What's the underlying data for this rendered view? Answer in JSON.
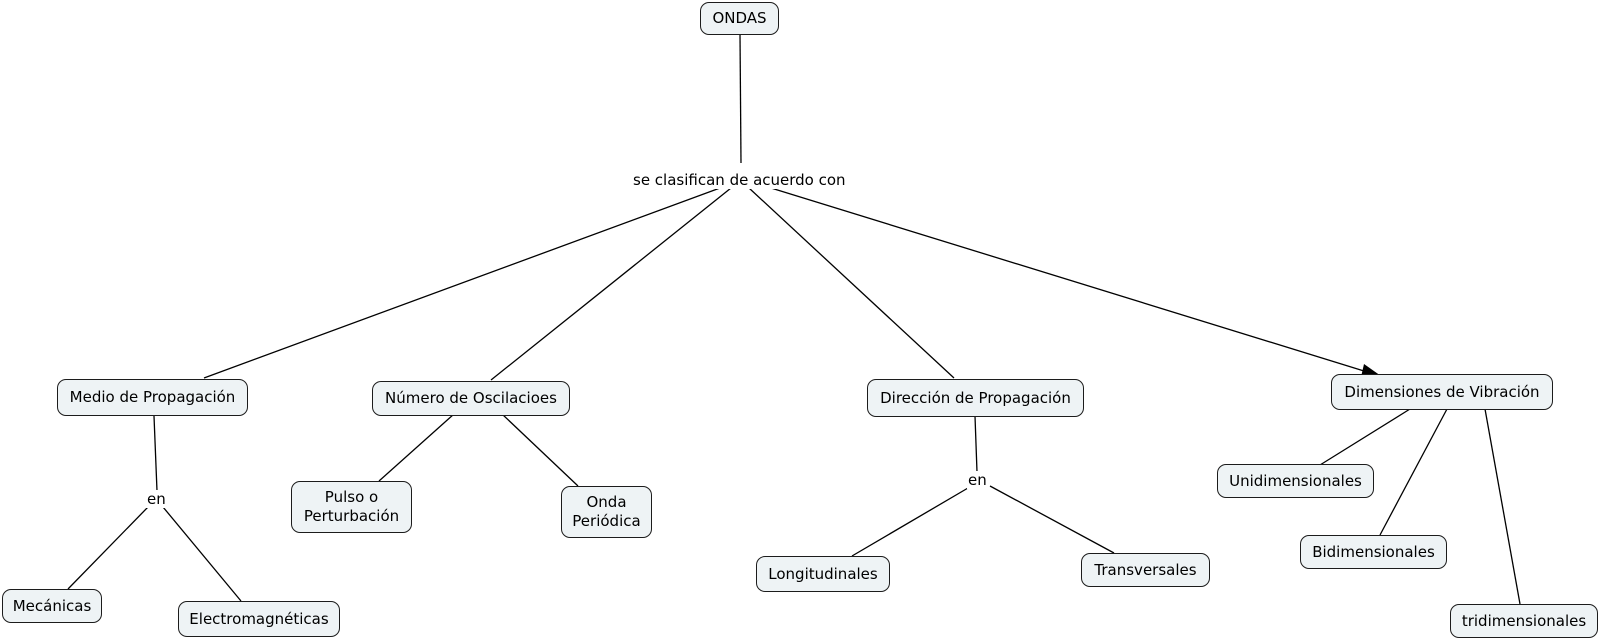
{
  "concepts": {
    "ondas": "ONDAS",
    "medio": "Medio de Propagación",
    "numero": "Número de Oscilacioes",
    "direccion": "Dirección de Propagación",
    "dimensiones": "Dimensiones de Vibración",
    "pulso": "Pulso o Perturbación",
    "onda_periodica": "Onda Periódica",
    "mecanicas": "Mecánicas",
    "electromagneticas": "Electromagnéticas",
    "longitudinales": "Longitudinales",
    "transversales": "Transversales",
    "unidimensionales": "Unidimensionales",
    "bidimensionales": "Bidimensionales",
    "tridimensionales": "tridimensionales"
  },
  "linking_phrases": {
    "clasifican": "se clasifican de acuerdo con",
    "en_medio": "en",
    "en_direccion": "en"
  },
  "colors": {
    "node_fill": "#eef3f5",
    "node_border": "#1c1c1c",
    "line": "#000000"
  }
}
